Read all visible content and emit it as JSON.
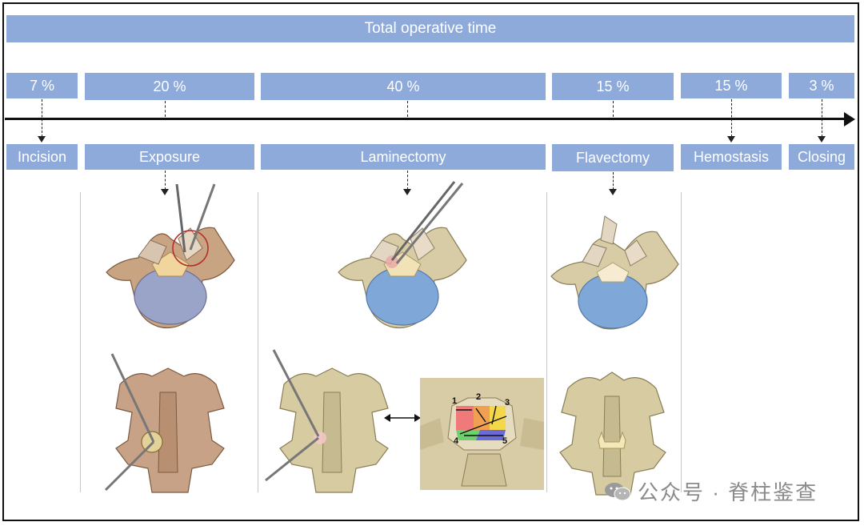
{
  "header": {
    "title": "Total operative time"
  },
  "phases": [
    {
      "name": "Incision",
      "percent": "7 %"
    },
    {
      "name": "Exposure",
      "percent": "20 %"
    },
    {
      "name": "Laminectomy",
      "percent": "40 %"
    },
    {
      "name": "Flavectomy",
      "percent": "15 %"
    },
    {
      "name": "Hemostasis",
      "percent": "15 %"
    },
    {
      "name": "Closing",
      "percent": "3 %"
    }
  ],
  "diagram_labels": {
    "n1": "1",
    "n2": "2",
    "n3": "3",
    "n4": "4",
    "n5": "5"
  },
  "watermark": {
    "text": "公众号 · 脊柱鉴查"
  },
  "colors": {
    "bar": "#8eaadb",
    "bone": "#d8cca6",
    "disc": "#7fa8d8"
  }
}
